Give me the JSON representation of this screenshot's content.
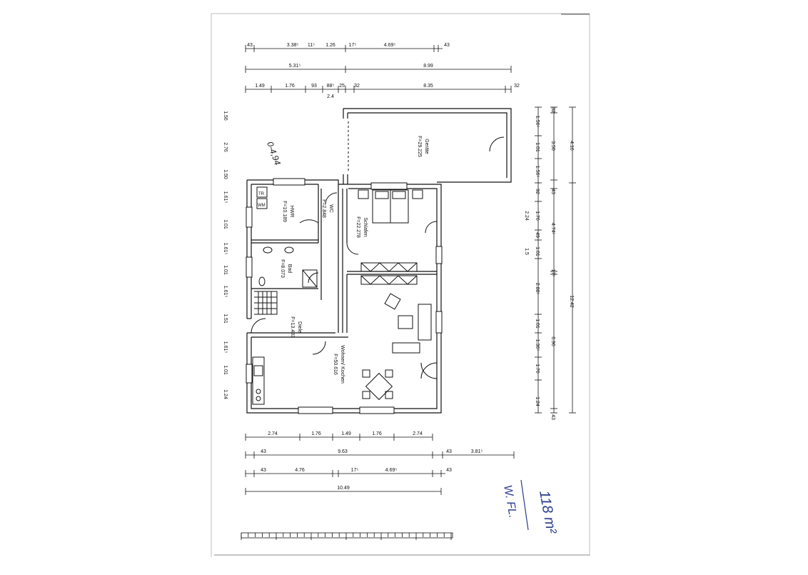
{
  "dimensions": {
    "top_row1": [
      "43",
      "3.38⁵",
      "11⁵",
      "1.26",
      "17⁵",
      "4.69⁵",
      "43"
    ],
    "top_row2": [
      "5.31⁵",
      "8.99"
    ],
    "top_row3": [
      "1.49",
      "1.76",
      "93",
      "88⁵",
      "25",
      "32",
      "8.35",
      "32"
    ],
    "top_row3_note": "2.4",
    "left_col": [
      "1.56",
      "2.76",
      "1.50",
      "1.61⁵",
      "1.01",
      "1.61⁵",
      "1.01",
      "1.61⁵",
      "1.51",
      "1.61⁵",
      "1.01",
      "1.24"
    ],
    "right_col1": [
      "1.56⁵",
      "1.01",
      "1.56⁵",
      "92",
      "1.76",
      "49",
      "1.01",
      "2.88⁵",
      "1.01",
      "1.36⁵",
      "1.76",
      "1.24"
    ],
    "right_col1_notes": [
      "2.24",
      "1.5"
    ],
    "right_col2": [
      "32",
      "3.50",
      "43",
      "4.74⁵",
      "17⁵",
      "6.96",
      "43"
    ],
    "right_col3": [
      "4.16",
      "12.42"
    ],
    "bottom_row1": [
      "2.74",
      "1.76",
      "1.49",
      "1.76",
      "2.74"
    ],
    "bottom_row2": [
      "43",
      "9.63",
      "43",
      "3.81⁵"
    ],
    "bottom_row3": [
      "43",
      "4.76",
      "17⁵",
      "4.69⁵",
      "43"
    ],
    "bottom_row4": [
      "10.49"
    ]
  },
  "rooms": {
    "geraete": {
      "name": "Geräte",
      "area": "F=29.225"
    },
    "schlafen": {
      "name": "Schlafen",
      "area": "F=22.278"
    },
    "hwr": {
      "name": "HWR",
      "area": "F=10.189"
    },
    "wc": {
      "name": "WC",
      "area": "F=2.848"
    },
    "bad": {
      "name": "Bad",
      "area": "F=8.073"
    },
    "diele": {
      "name": "Diele",
      "area": "F=13.483"
    },
    "wohnen": {
      "name": "Wohnen/ Kochen",
      "area": "F=50.616"
    }
  },
  "fixtures": {
    "tr": "TR",
    "wm": "WM"
  },
  "handwriting": {
    "top_note": "0-4,94",
    "bottom_note1": "W. FL.",
    "bottom_note2": "118 m²"
  }
}
